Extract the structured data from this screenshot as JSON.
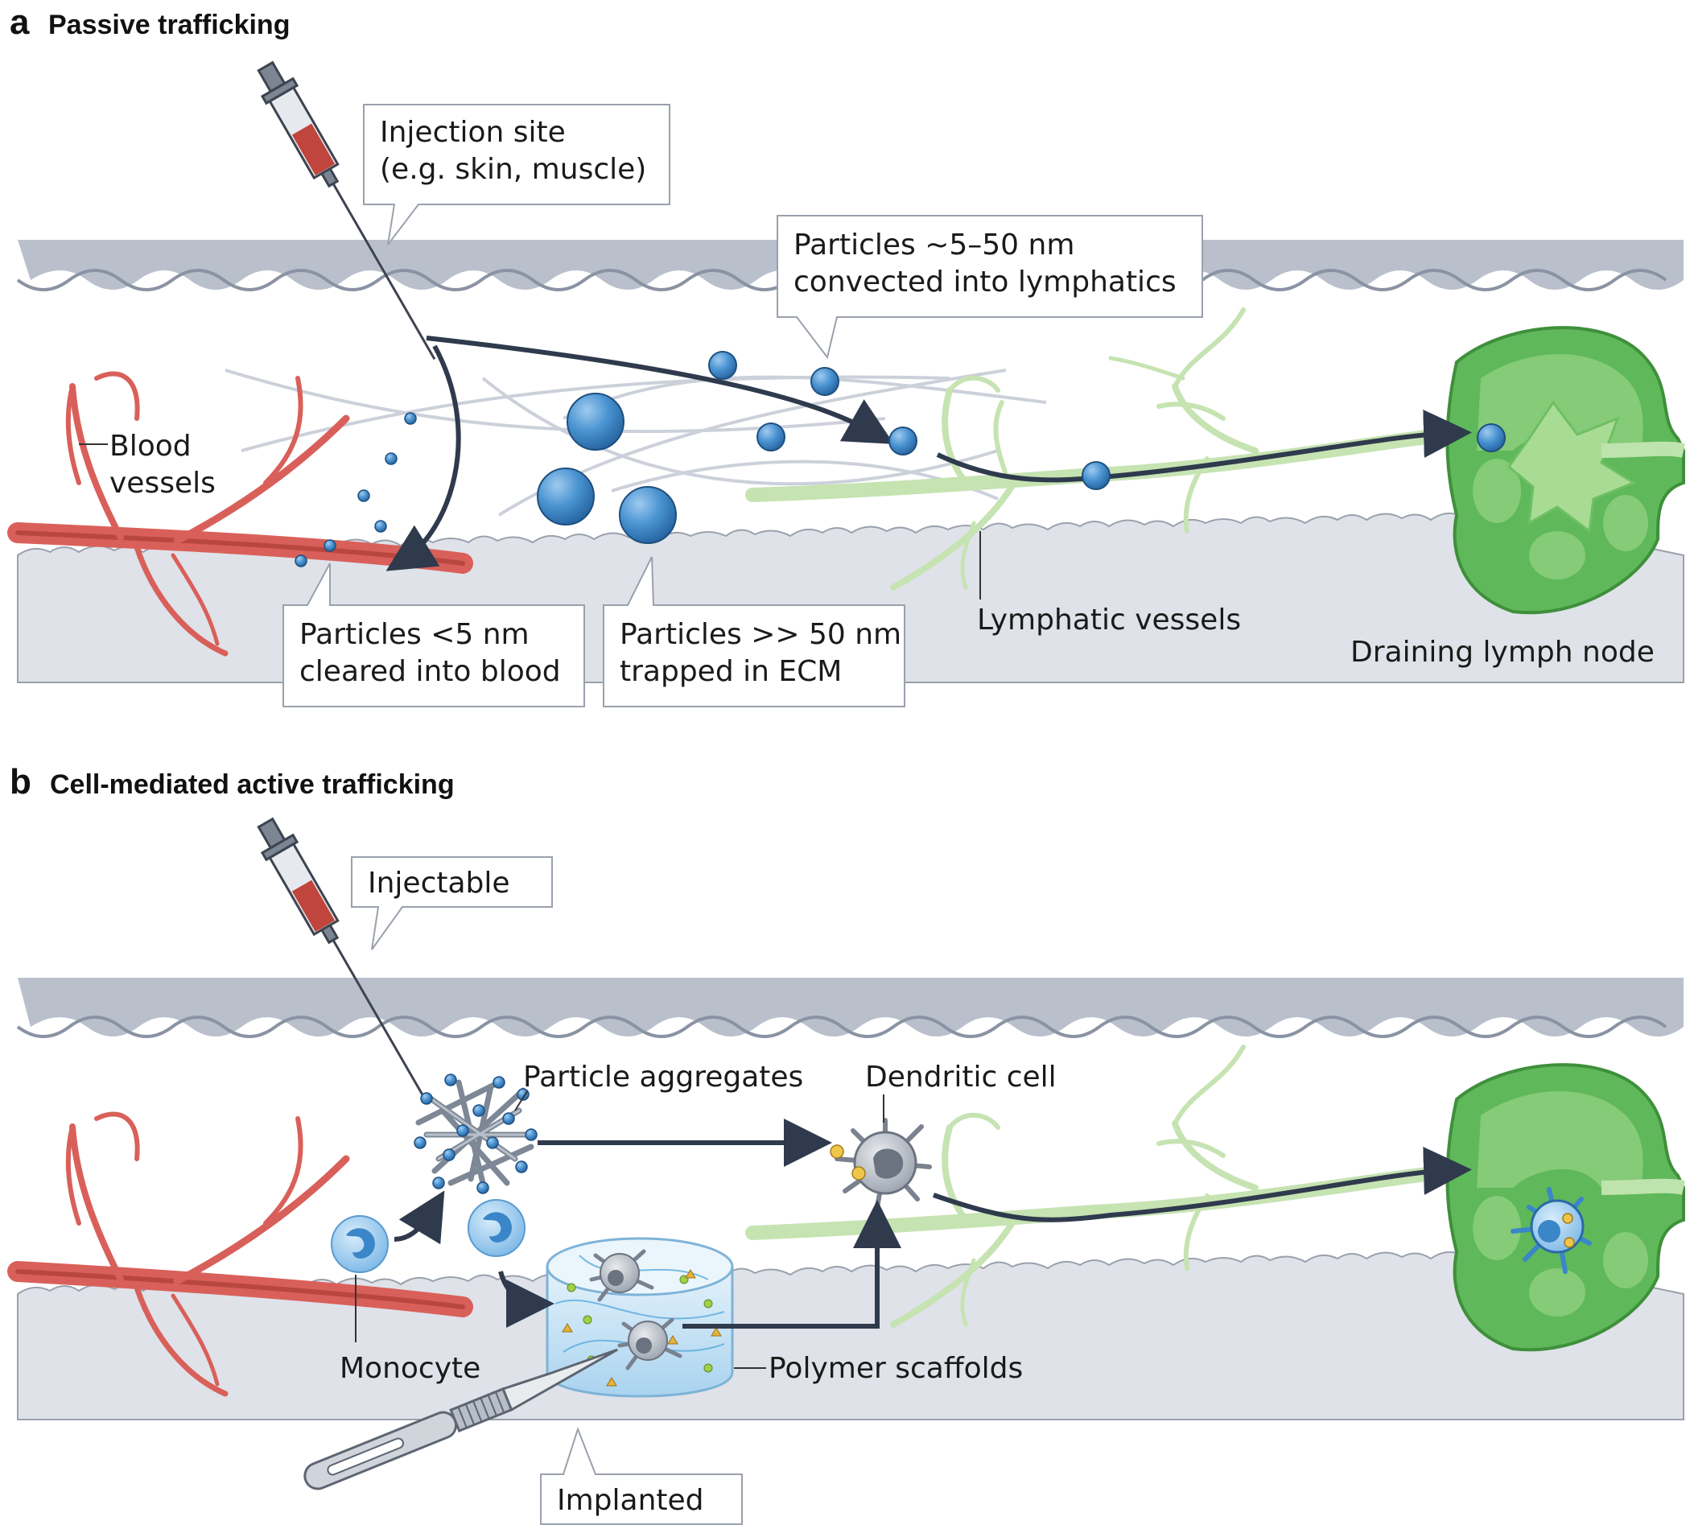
{
  "panel_a": {
    "letter": "a",
    "title": "Passive trafficking",
    "callouts": {
      "injection_site": [
        "Injection site",
        "(e.g. skin, muscle)"
      ],
      "convected": [
        "Particles ~5–50 nm",
        "convected into lymphatics"
      ],
      "cleared": [
        "Particles <5 nm",
        "cleared into blood"
      ],
      "trapped": [
        "Particles >> 50 nm",
        "trapped in ECM"
      ]
    },
    "labels": {
      "blood_vessels": [
        "Blood",
        "vessels"
      ],
      "lymphatic_vessels": "Lymphatic vessels",
      "lymph_node": "Draining lymph node"
    }
  },
  "panel_b": {
    "letter": "b",
    "title": "Cell-mediated active trafficking",
    "callouts": {
      "injectable": "Injectable",
      "implanted": "Implanted"
    },
    "labels": {
      "particle_aggregates": "Particle aggregates",
      "dendritic_cell": "Dendritic cell",
      "monocyte": "Monocyte",
      "polymer_scaffolds": "Polymer scaffolds"
    }
  },
  "colors": {
    "skin_top": "#b8bfcb",
    "tissue_bottom": "#dfe2e8",
    "blood_vessel": "#d9605a",
    "lymphatic": "#cfe6bd",
    "lymph_node": "#5fb85a",
    "particle": "#3a86c8",
    "arrow": "#2f3a4d"
  }
}
